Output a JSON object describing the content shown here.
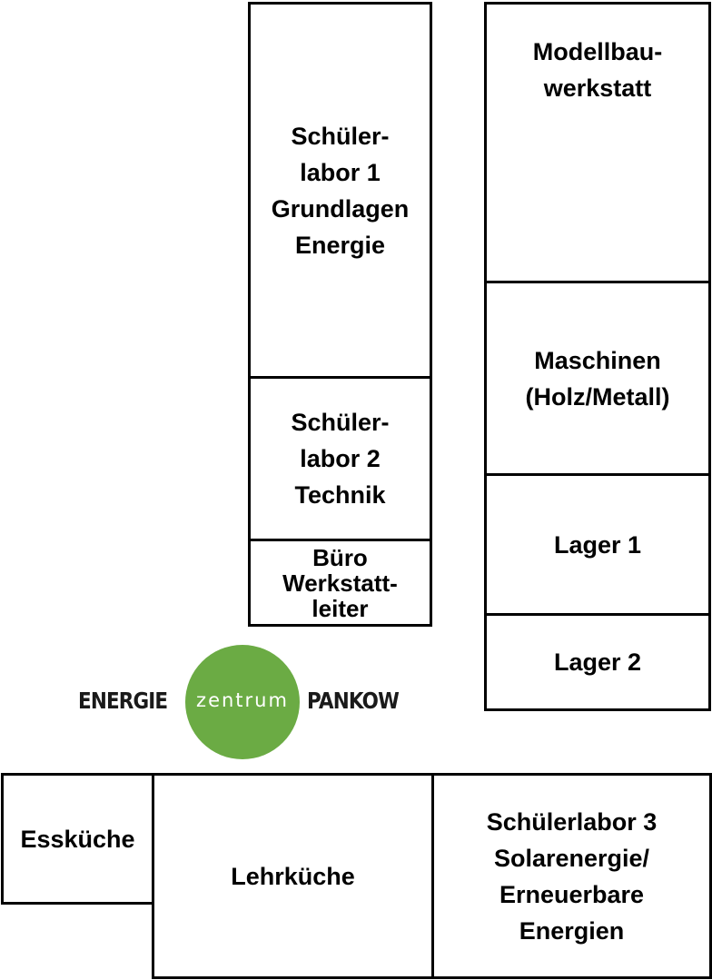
{
  "floorplan": {
    "rooms": {
      "lab1": "Schüler-\nlabor 1\nGrundlagen\nEnergie",
      "lab2": "Schüler-\nlabor 2\nTechnik",
      "buero": "Büro\nWerkstatt-\nleiter",
      "modell": "Modellbau-\nwerkstatt",
      "maschinen": "Maschinen\n(Holz/Metall)",
      "lager1": "Lager 1",
      "lager2": "Lager 2",
      "esskueche": "Essküche",
      "lehrkueche": "Lehrküche",
      "lab3": "Schülerlabor 3\nSolarenergie/\nErneuerbare\nEnergien"
    }
  },
  "logo": {
    "left_word": "ENERGIE",
    "middle_word": "zentrum",
    "right_word": "PANKOW",
    "circle_color": "#6bab44"
  }
}
